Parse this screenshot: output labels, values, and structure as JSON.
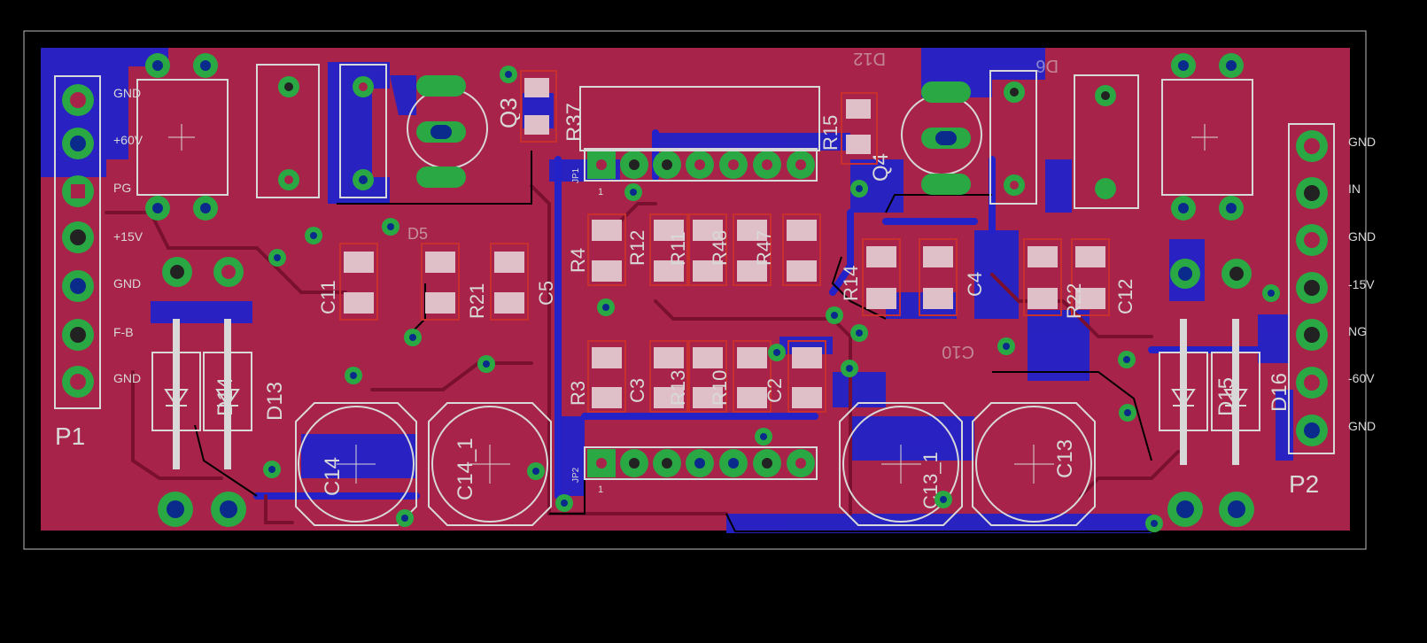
{
  "colors": {
    "background": "#000000",
    "top_copper": "#a8234a",
    "bottom_copper": "#2222c8",
    "pad": "#2aa843",
    "drill": "#0a2a8c",
    "silkscreen": "#d8d8d8",
    "part_outline": "#c83030"
  },
  "connectors": {
    "p1": {
      "name": "P1",
      "pins": [
        "GND",
        "+60V",
        "PG",
        "+15V",
        "GND",
        "F-B",
        "GND"
      ]
    },
    "p2": {
      "name": "P2",
      "pins": [
        "GND",
        "IN",
        "GND",
        "-15V",
        "NG",
        "-60V",
        "GND"
      ]
    }
  },
  "headers": {
    "jp1": {
      "name": "JP1",
      "pin1": "1"
    },
    "jp2": {
      "name": "JP2",
      "pin1": "1"
    }
  },
  "labels": {
    "q3": "Q3",
    "q4": "Q4",
    "r37": "R37",
    "r15": "R15",
    "d12": "D12",
    "d6": "D6",
    "r4": "R4",
    "r3": "R3",
    "r12": "R12",
    "r11": "R11",
    "r48": "R48",
    "r47": "R47",
    "r13": "R13",
    "r10": "R10",
    "c3": "C3",
    "c2": "C2",
    "c11": "C11",
    "r21": "R21",
    "c5": "C5",
    "r14": "R14",
    "c4": "C4",
    "r22": "R22",
    "c12": "C12",
    "c10": "C10",
    "c14": "C14",
    "c14_1": "C14_1",
    "c13": "C13",
    "c13_1": "C13_1",
    "d13": "D13",
    "d14": "D14",
    "d15": "D15",
    "d16": "D16",
    "d5": "D5"
  }
}
